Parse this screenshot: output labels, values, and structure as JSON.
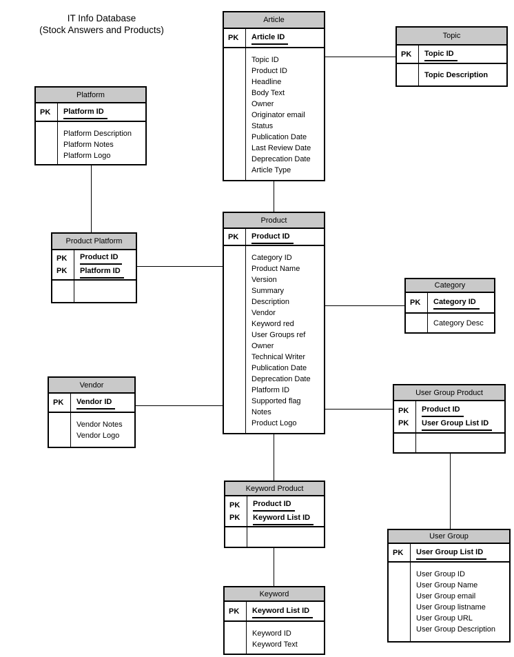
{
  "title": {
    "line1": "IT Info Database",
    "line2": "(Stock Answers and Products)"
  },
  "labels": {
    "pk": "PK"
  },
  "colors": {
    "header_fill": "#c9c9c9",
    "border": "#000000",
    "background": "#ffffff",
    "text": "#000000"
  },
  "entities": {
    "article": {
      "title": "Article",
      "keys": [
        "Article ID"
      ],
      "fields": [
        "Topic ID",
        "Product ID",
        "Headline",
        "Body Text",
        "Owner",
        "Originator email",
        "Status",
        "Publication Date",
        "Last Review Date",
        "Deprecation Date",
        "Article Type"
      ]
    },
    "topic": {
      "title": "Topic",
      "keys": [
        "Topic ID"
      ],
      "fields": [
        "Topic Description"
      ]
    },
    "platform": {
      "title": "Platform",
      "keys": [
        "Platform ID"
      ],
      "fields": [
        "Platform Description",
        "Platform Notes",
        "Platform Logo"
      ]
    },
    "product_platform": {
      "title": "Product Platform",
      "keys": [
        "Product ID",
        "Platform ID"
      ],
      "fields": []
    },
    "product": {
      "title": "Product",
      "keys": [
        "Product ID"
      ],
      "fields": [
        "Category ID",
        "Product Name",
        "Version",
        "Summary",
        "Description",
        "Vendor",
        "Keyword red",
        "User Groups ref",
        "Owner",
        "Technical Writer",
        "Publication Date",
        "Deprecation Date",
        "Platform ID",
        "Supported flag",
        "Notes",
        "Product Logo"
      ]
    },
    "category": {
      "title": "Category",
      "keys": [
        "Category ID"
      ],
      "fields": [
        "Category Desc"
      ]
    },
    "vendor": {
      "title": "Vendor",
      "keys": [
        "Vendor ID"
      ],
      "fields": [
        "Vendor Notes",
        "Vendor Logo"
      ]
    },
    "user_group_product": {
      "title": "User Group Product",
      "keys": [
        "Product ID",
        "User Group List ID"
      ],
      "fields": []
    },
    "keyword_product": {
      "title": "Keyword Product",
      "keys": [
        "Product ID",
        "Keyword List ID"
      ],
      "fields": []
    },
    "keyword": {
      "title": "Keyword",
      "keys": [
        "Keyword List ID"
      ],
      "fields": [
        "Keyword ID",
        "Keyword Text"
      ]
    },
    "user_group": {
      "title": "User Group",
      "keys": [
        "User Group List ID"
      ],
      "fields": [
        "User Group ID",
        "User Group Name",
        "User Group email",
        "User Group listname",
        "User Group URL",
        "User Group Description"
      ]
    }
  },
  "relationships": [
    {
      "from": "Article",
      "to": "Topic"
    },
    {
      "from": "Article",
      "to": "Product"
    },
    {
      "from": "Platform",
      "to": "Product Platform"
    },
    {
      "from": "Product Platform",
      "to": "Product"
    },
    {
      "from": "Vendor",
      "to": "Product"
    },
    {
      "from": "Product",
      "to": "Category"
    },
    {
      "from": "Product",
      "to": "User Group Product"
    },
    {
      "from": "Product",
      "to": "Keyword Product"
    },
    {
      "from": "Keyword Product",
      "to": "Keyword"
    },
    {
      "from": "User Group Product",
      "to": "User Group"
    }
  ]
}
